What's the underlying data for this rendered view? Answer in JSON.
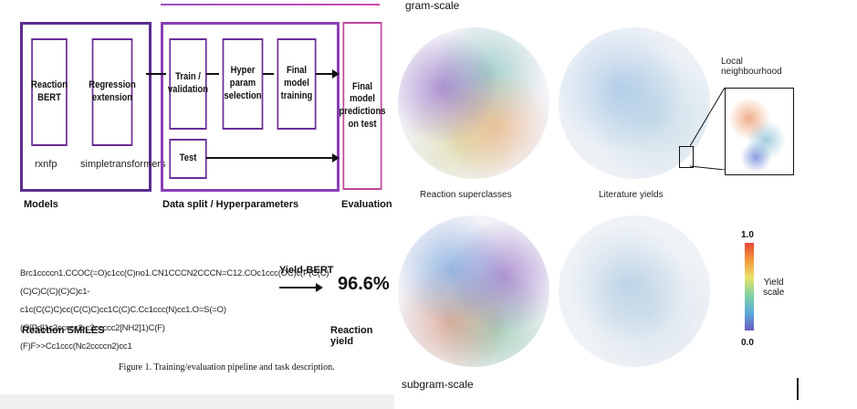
{
  "pipeline": {
    "models": {
      "boxes": [
        "Reaction\nBERT",
        "Regression\nextension"
      ],
      "sublabels": [
        "rxnfp",
        "simpletransformers"
      ],
      "section_label": "Models"
    },
    "split": {
      "boxes": [
        "Train /\nvalidation",
        "Hyper\nparam\nselection",
        "Final\nmodel\ntraining",
        "Test"
      ],
      "section_label": "Data split / Hyperparameters"
    },
    "evaluation": {
      "box": "Final\nmodel\npredictions\non test",
      "section_label": "Evaluation"
    }
  },
  "task": {
    "smiles": "Brc1ccccn1.CCOC(=O)c1cc(C)no1.CN1CCCN2CCCN=C12.COc1ccc(OC)c(P(C(C)(C)C)C(C)(C)C)c1-c1c(C(C)C)cc(C(C)C)cc1C(C)C.Cc1ccc(N)cc1.O=S(=O)(O[Pd]1c2ccccc2-c2ccccc2[NH2]1)C(F)(F)F>>Cc1ccc(Nc2ccccn2)cc1",
    "smiles_lines": [
      "Brc1ccccn1.CCOC(=O)c1cc(C)no1.CN1CCCN2CCCN=C12.COc1ccc(OC)c(P(C(C)",
      "(C)C)C(C)(C)C)c1-c1c(C(C)C)cc(C(C)C)cc1C(C)C.Cc1ccc(N)cc1.O=S(=O)",
      "(O[Pd]1c2ccccc2-c2ccccc2[NH2]1)C(F)(F)F>>Cc1ccc(Nc2ccccn2)cc1"
    ],
    "smiles_label": "Reaction SMILES",
    "model_label": "Yield-BERT",
    "yield_value": "96.6%",
    "yield_label": "Reaction yield",
    "figure_caption": "Figure 1. Training/evaluation pipeline and task description."
  },
  "tmap": {
    "top_title": "gram-scale",
    "bottom_title": "subgram-scale",
    "left_label": "Reaction superclasses",
    "right_label": "Literature yields",
    "inset_label": "Local\nneighbourhood",
    "scale": {
      "max": "1.0",
      "min": "0.0",
      "label": "Yield\nscale",
      "colors": [
        "#e8463a",
        "#f39a3c",
        "#e9e26a",
        "#7fd1a4",
        "#5aa9d8",
        "#6a5cc4"
      ]
    }
  },
  "colors": {
    "models_frame": "#5b2d8e",
    "split_frame": "#8a3fb6",
    "eval_frame": "#c0479b"
  }
}
